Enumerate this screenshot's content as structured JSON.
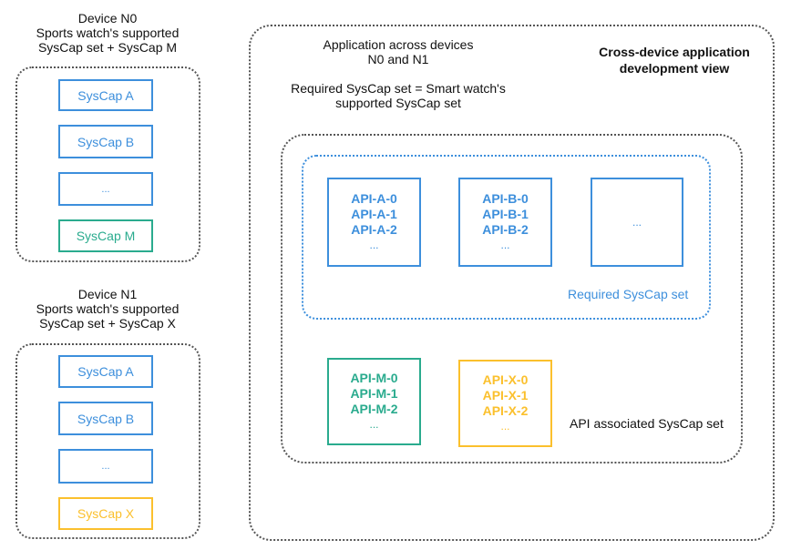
{
  "device_n0": {
    "title_lines": [
      "Device N0",
      "Sports watch's supported",
      "SysCap set + SysCap M"
    ],
    "syscaps": [
      {
        "label": "SysCap A",
        "color": "#3d8fdc"
      },
      {
        "label": "SysCap B",
        "color": "#3d8fdc"
      },
      {
        "label": "...",
        "color": "#3d8fdc"
      },
      {
        "label": "SysCap M",
        "color": "#2aab8e"
      }
    ]
  },
  "device_n1": {
    "title_lines": [
      "Device N1",
      "Sports watch's supported",
      "SysCap set + SysCap X"
    ],
    "syscaps": [
      {
        "label": "SysCap A",
        "color": "#3d8fdc"
      },
      {
        "label": "SysCap B",
        "color": "#3d8fdc"
      },
      {
        "label": "...",
        "color": "#3d8fdc"
      },
      {
        "label": "SysCap X",
        "color": "#fbc02d"
      }
    ]
  },
  "app_view": {
    "title_lines": [
      "Cross-device application",
      "development view"
    ],
    "description_lines": [
      "Application across devices",
      "N0 and N1"
    ],
    "requirement_lines": [
      "Required SysCap set = Smart watch's",
      "supported SysCap set"
    ],
    "required_set_label": "Required SysCap set",
    "associated_set_label": "API associated SysCap set",
    "required_apis": [
      {
        "lines": [
          "API-A-0",
          "API-A-1",
          "API-A-2"
        ],
        "more": "..."
      },
      {
        "lines": [
          "API-B-0",
          "API-B-1",
          "API-B-2"
        ],
        "more": "..."
      },
      {
        "lines": [],
        "more": "..."
      }
    ],
    "extra_apis": [
      {
        "lines": [
          "API-M-0",
          "API-M-1",
          "API-M-2"
        ],
        "more": "...",
        "color": "#2aab8e"
      },
      {
        "lines": [
          "API-X-0",
          "API-X-1",
          "API-X-2"
        ],
        "more": "...",
        "color": "#fbc02d"
      }
    ]
  },
  "colors": {
    "blue": "#3d8fdc",
    "green": "#2aab8e",
    "yellow": "#fbc02d",
    "border_gray": "#555555"
  }
}
